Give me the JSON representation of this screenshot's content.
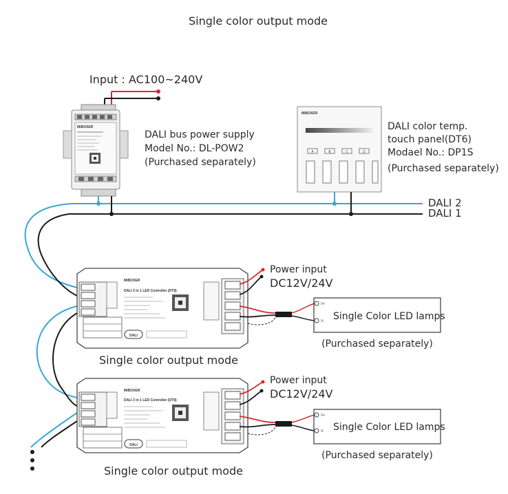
{
  "title": "Single color output mode",
  "input_label": "Input : AC100~240V",
  "power_supply": {
    "brand": "MiBOXER",
    "line1": "DALI bus power supply",
    "line2": "Model No.: DL-POW2",
    "line3": "(Purchased separately)"
  },
  "panel": {
    "brand": "MiBOXER",
    "line1": "DALI color temp.",
    "line2": "touch panel(DT6)",
    "line3": "Modael No.: DP1S",
    "line4": "(Purchased separately)",
    "buttons": [
      "A",
      "B",
      "C",
      "D"
    ]
  },
  "bus": {
    "dali2": "DALI 2",
    "dali1": "DALI 1"
  },
  "controllers": [
    {
      "brand": "MiBOXER",
      "badge": "DALI",
      "name": "DALI 3 in 1 LED Controller (DT8)",
      "power_label": "Power input",
      "voltage_label": "DC12V/24V",
      "lamp_label": "Single Color LED lamps",
      "lamp_pins": [
        "V+",
        "V-"
      ],
      "purchase_label": "(Purchased separately)",
      "mode_caption": "Single color output mode"
    },
    {
      "brand": "MiBOXER",
      "badge": "DALI",
      "name": "DALI 3 in 1 LED Controller (DT8)",
      "power_label": "Power input",
      "voltage_label": "DC12V/24V",
      "lamp_label": "Single Color LED lamps",
      "lamp_pins": [
        "V+",
        "V-"
      ],
      "purchase_label": "(Purchased separately)",
      "mode_caption": "Single color output mode"
    }
  ],
  "colors": {
    "wire_black": "#1a1a1a",
    "wire_blue": "#36a6d8",
    "wire_red": "#d9262a"
  }
}
